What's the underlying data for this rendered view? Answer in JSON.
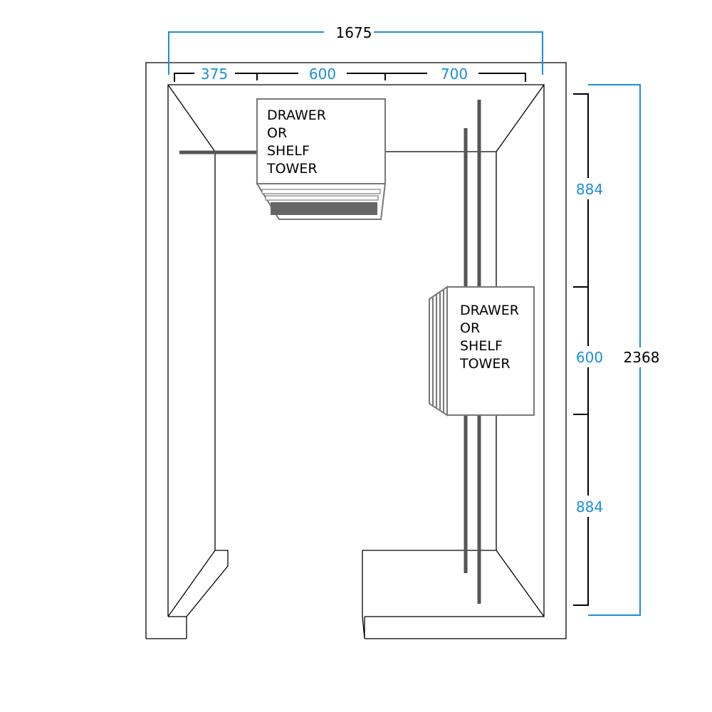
{
  "colors": {
    "accent": "#1a8fd8",
    "line": "#000000",
    "rail": "#555555"
  },
  "dimensions": {
    "total_width": "1675",
    "widths": [
      "375",
      "600",
      "700"
    ],
    "total_height": "2368",
    "heights": [
      "884",
      "600",
      "884"
    ]
  },
  "towers": [
    {
      "lines": [
        "DRAWER",
        "OR",
        "SHELF",
        "TOWER"
      ]
    },
    {
      "lines": [
        "DRAWER",
        "OR",
        "SHELF",
        "TOWER"
      ]
    }
  ]
}
